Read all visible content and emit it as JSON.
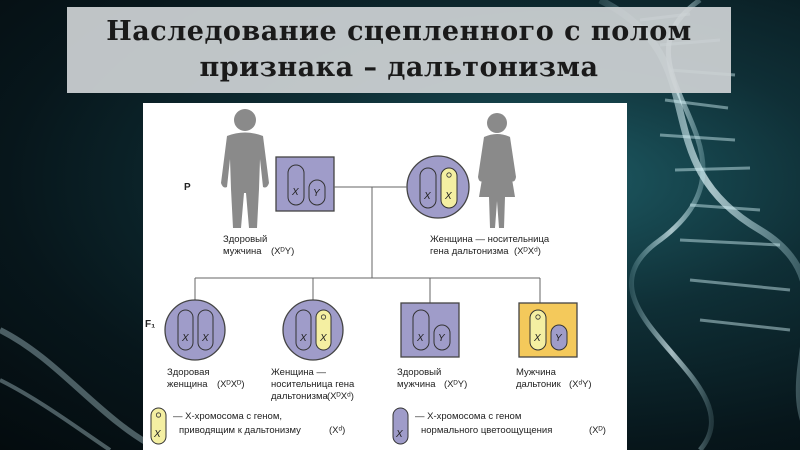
{
  "title": {
    "line1": "Наследование сцепленного с полом",
    "line2": "признака – дальтонизма"
  },
  "colors": {
    "normal_x_fill": "#9f9cc9",
    "carrier_fill": "#f4efa2",
    "affected_bg": "#f4c95b",
    "panel_bg": "#ffffff",
    "silhouette": "#8a8a8a"
  },
  "generations": {
    "p": "P",
    "f1": "F₁"
  },
  "parents": {
    "father": {
      "line1": "Здоровый",
      "line2": "мужчина",
      "genotype": "(XᴰY)",
      "chrom_x": "X",
      "chrom_y": "Y"
    },
    "mother": {
      "line1": "Женщина — носительница",
      "line2": "гена дальтонизма",
      "genotype": "(XᴰXᵈ)",
      "chrom_x1": "X",
      "chrom_x2": "X"
    }
  },
  "offspring": [
    {
      "lines": [
        "Здоровая",
        "женщина"
      ],
      "genotype": "(XᴰXᴰ)",
      "chrom_a": "X",
      "chrom_b": "X"
    },
    {
      "lines": [
        "Женщина —",
        "носительница гена",
        "дальтонизма"
      ],
      "genotype": "(XᴰXᵈ)",
      "chrom_a": "X",
      "chrom_b": "X"
    },
    {
      "lines": [
        "Здоровый",
        "мужчина"
      ],
      "genotype": "(XᴰY)",
      "chrom_a": "X",
      "chrom_b": "Y"
    },
    {
      "lines": [
        "Мужчина",
        "дальтоник"
      ],
      "genotype": "(XᵈY)",
      "chrom_a": "X",
      "chrom_b": "Y"
    }
  ],
  "legend": {
    "carrier": {
      "symbol": "X",
      "line1": "— X-хромосома с геном,",
      "line2": "приводящим к дальтонизму",
      "genotype": "(Xᵈ)"
    },
    "normal": {
      "symbol": "X",
      "line1": "— X-хромосома с геном",
      "line2": "нормального цветоощущения",
      "genotype": "(Xᴰ)"
    }
  }
}
